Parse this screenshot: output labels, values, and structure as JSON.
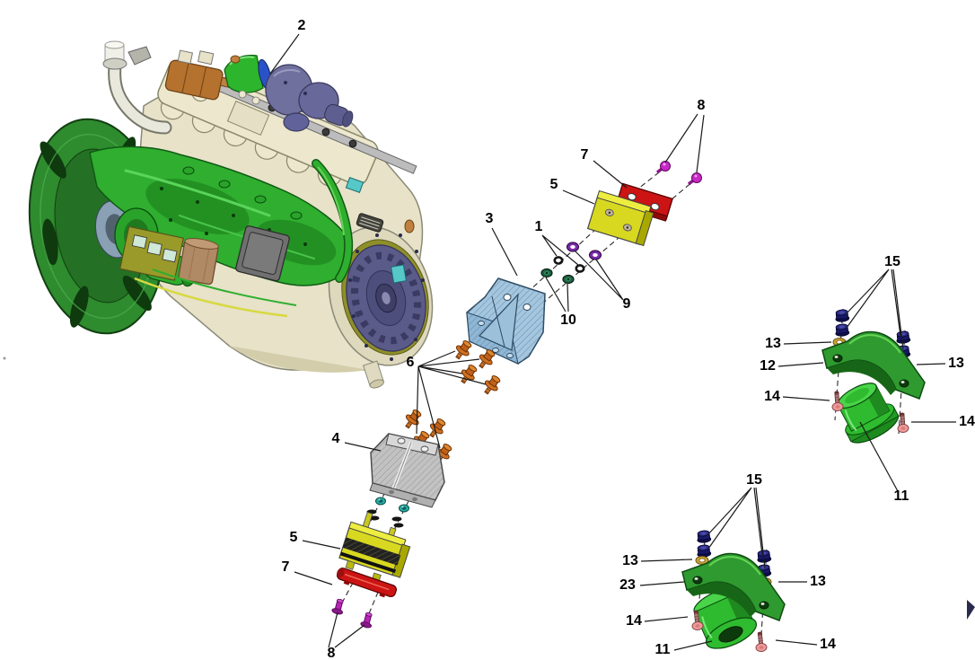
{
  "diagram": {
    "kind": "exploded-parts-diagram",
    "background": "#ffffff",
    "palette": {
      "engine_green": "#2fae2f",
      "engine_cream": "#e7e2c8",
      "flywheel_green": "#2e8b2e",
      "turbo_slate": "#70709e",
      "clutch_purple": "#5b5b8a",
      "manifold_copper": "#b5722e",
      "bracket_blue": "#a5c6de",
      "bracket_gray": "#c2c2c2",
      "mount_pad_yellow": "#d8d820",
      "plate_red": "#cc1414",
      "bolt_magenta": "#c828c8",
      "bolt_orange": "#d07020",
      "nut_teal": "#28b0a8",
      "nut_dark_green": "#1e6040",
      "washer_purple": "#7a2aaa",
      "nut_navy": "#181868",
      "washer_gold": "#caa434",
      "bolt_pink_head": "#ef9a9a",
      "clamp_green": "#2f9a2f",
      "cushion_green": "#2fbb2f"
    }
  },
  "callouts": [
    {
      "label": "2"
    },
    {
      "label": "8"
    },
    {
      "label": "7"
    },
    {
      "label": "5"
    },
    {
      "label": "3"
    },
    {
      "label": "1"
    },
    {
      "label": "9"
    },
    {
      "label": "10"
    },
    {
      "label": "6"
    },
    {
      "label": "4"
    },
    {
      "label": "5"
    },
    {
      "label": "7"
    },
    {
      "label": "8"
    },
    {
      "label": "15"
    },
    {
      "label": "13"
    },
    {
      "label": "13"
    },
    {
      "label": "12"
    },
    {
      "label": "14"
    },
    {
      "label": "14"
    },
    {
      "label": "11"
    },
    {
      "label": "15"
    },
    {
      "label": "13"
    },
    {
      "label": "13"
    },
    {
      "label": "23"
    },
    {
      "label": "14"
    },
    {
      "label": "14"
    },
    {
      "label": "11"
    }
  ]
}
